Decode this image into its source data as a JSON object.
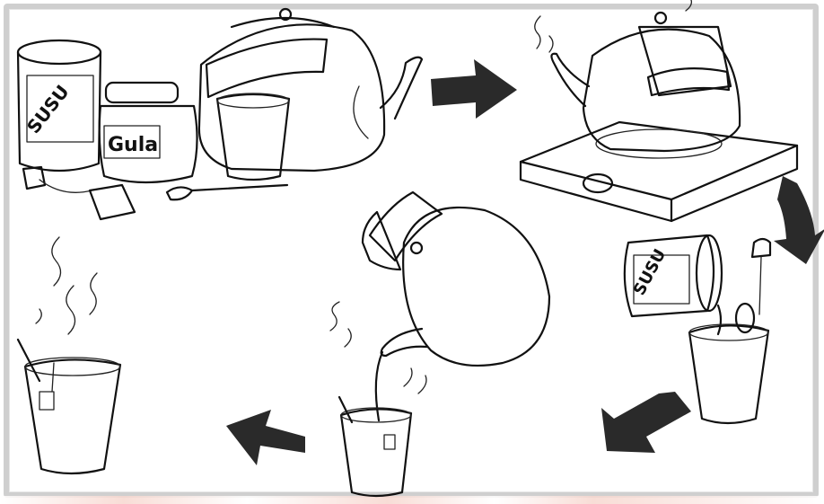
{
  "labels": {
    "milk_can_front": "SUSU",
    "sugar_jar": "Gula",
    "milk_can_tilted": "SUSU"
  },
  "colors": {
    "ink": "#111111",
    "arrow_fill": "#2a2a2a",
    "frame_border": "#cfcfcf"
  },
  "icons": [
    "milk-can-icon",
    "sugar-jar-icon",
    "kettle-icon",
    "cup-icon",
    "stove-icon",
    "tea-bag-icon",
    "spoon-icon",
    "steam-icon",
    "arrow-icon"
  ]
}
